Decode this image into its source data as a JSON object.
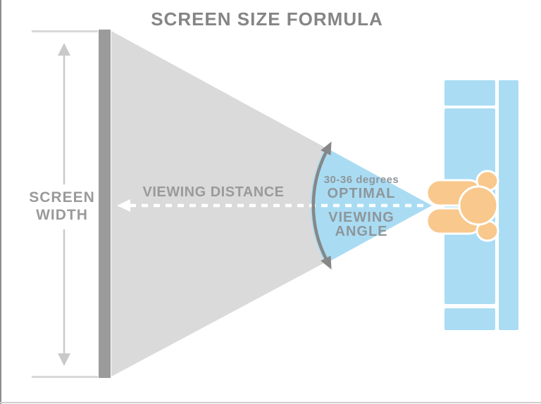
{
  "title": "SCREEN SIZE FORMULA",
  "screen": {
    "width_label_line1": "SCREEN",
    "width_label_line2": "WIDTH"
  },
  "viewing_distance_label": "VIEWING DISTANCE",
  "viewing_angle": {
    "degrees_label": "30-36 degrees",
    "line1": "OPTIMAL",
    "line2": "VIEWING",
    "line3": "ANGLE"
  },
  "icons": {
    "screen_width_arrow": "vertical-double-arrow",
    "viewing_distance_arrow": "dashed-left-arrow",
    "viewing_angle_arc": "curved-double-arrow",
    "viewer": "person-top-view-in-chair"
  },
  "colors": {
    "title_text": "#858585",
    "label_text": "#9a9a9a",
    "angle_text": "#8e969b",
    "screen_bar": "#9b9b9b",
    "cone_fill": "#dadada",
    "wedge_fill": "#a9dcf3",
    "couch_fill": "#aadcf4",
    "person_fill": "#f8c88c",
    "arc_arrow": "#878787",
    "dashed_line": "#ffffff",
    "measure_arrow": "#c9c9c9",
    "tick": "#d8d8d8",
    "frame_border": "#8d8d8d",
    "bottom_line": "#cfcfcf"
  }
}
